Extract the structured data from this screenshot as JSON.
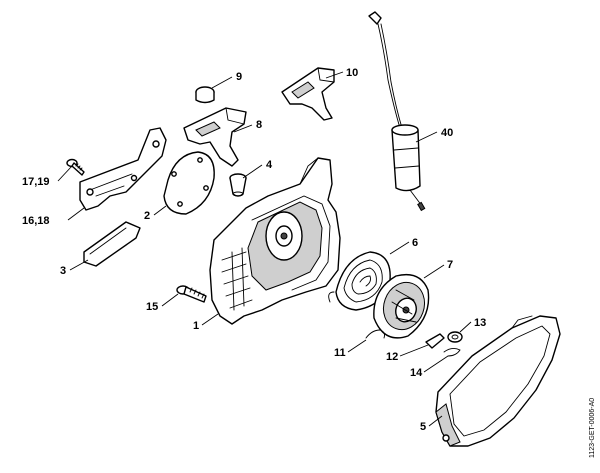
{
  "diagram": {
    "callouts": [
      {
        "id": "p9",
        "text": "9"
      },
      {
        "id": "p10",
        "text": "10"
      },
      {
        "id": "p8",
        "text": "8"
      },
      {
        "id": "p40",
        "text": "40"
      },
      {
        "id": "p4",
        "text": "4"
      },
      {
        "id": "p1719",
        "text": "17,19"
      },
      {
        "id": "p1618",
        "text": "16,18"
      },
      {
        "id": "p2",
        "text": "2"
      },
      {
        "id": "p3",
        "text": "3"
      },
      {
        "id": "p6",
        "text": "6"
      },
      {
        "id": "p7",
        "text": "7"
      },
      {
        "id": "p15",
        "text": "15"
      },
      {
        "id": "p1",
        "text": "1"
      },
      {
        "id": "p13",
        "text": "13"
      },
      {
        "id": "p11",
        "text": "11"
      },
      {
        "id": "p12",
        "text": "12"
      },
      {
        "id": "p14",
        "text": "14"
      },
      {
        "id": "p5",
        "text": "5"
      }
    ],
    "drawing_code": "1123-GET-0006-A0"
  }
}
